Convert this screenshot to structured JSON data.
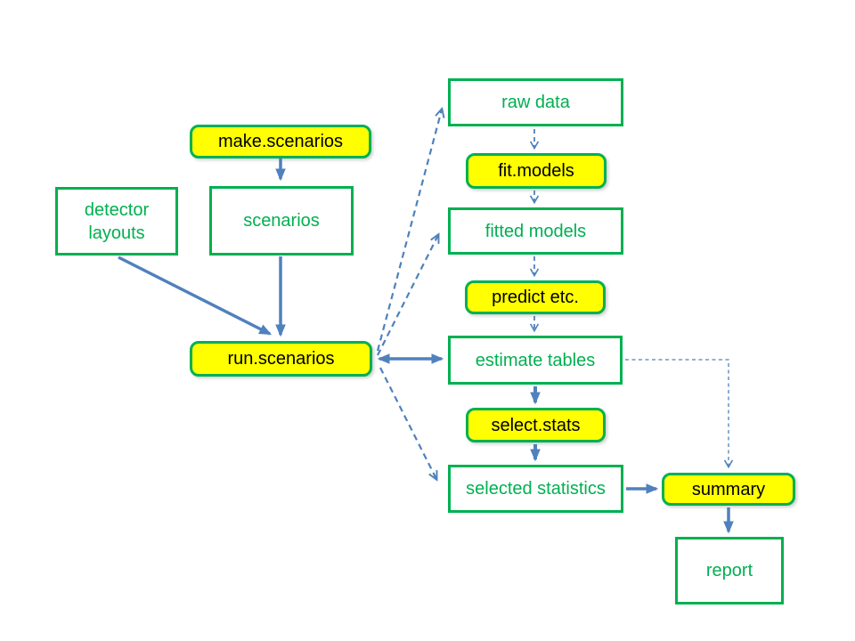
{
  "diagram": {
    "colors": {
      "box_border_green": "#00B050",
      "data_text_green": "#00B050",
      "function_fill_yellow": "#FFFF00",
      "function_text_black": "#000000",
      "arrow_blue": "#4F81BD",
      "background": "#FFFFFF"
    },
    "nodes": {
      "make_scenarios": {
        "label": "make.scenarios",
        "kind": "function"
      },
      "detector_layouts": {
        "label": "detector layouts",
        "kind": "data"
      },
      "scenarios": {
        "label": "scenarios",
        "kind": "data"
      },
      "run_scenarios": {
        "label": "run.scenarios",
        "kind": "function"
      },
      "raw_data": {
        "label": "raw data",
        "kind": "data"
      },
      "fit_models": {
        "label": "fit.models",
        "kind": "function"
      },
      "fitted_models": {
        "label": "fitted models",
        "kind": "data"
      },
      "predict_etc": {
        "label": "predict etc.",
        "kind": "function"
      },
      "estimate_tables": {
        "label": "estimate tables",
        "kind": "data"
      },
      "select_stats": {
        "label": "select.stats",
        "kind": "function"
      },
      "selected_statistics": {
        "label": "selected statistics",
        "kind": "data"
      },
      "summary": {
        "label": "summary",
        "kind": "function"
      },
      "report": {
        "label": "report",
        "kind": "data"
      }
    },
    "edges": [
      {
        "from": "make_scenarios",
        "to": "scenarios",
        "style": "solid",
        "heads": "single"
      },
      {
        "from": "scenarios",
        "to": "run_scenarios",
        "style": "solid",
        "heads": "single"
      },
      {
        "from": "detector_layouts",
        "to": "run_scenarios",
        "style": "solid",
        "heads": "single"
      },
      {
        "from": "run_scenarios",
        "to": "estimate_tables",
        "style": "solid",
        "heads": "double"
      },
      {
        "from": "run_scenarios",
        "to": "raw_data",
        "style": "dashed",
        "heads": "single"
      },
      {
        "from": "run_scenarios",
        "to": "fitted_models",
        "style": "dashed",
        "heads": "single"
      },
      {
        "from": "run_scenarios",
        "to": "selected_statistics",
        "style": "dashed",
        "heads": "single"
      },
      {
        "from": "raw_data",
        "to": "fit_models",
        "style": "dashed",
        "heads": "single"
      },
      {
        "from": "fit_models",
        "to": "fitted_models",
        "style": "dashed",
        "heads": "single"
      },
      {
        "from": "fitted_models",
        "to": "predict_etc",
        "style": "dashed",
        "heads": "single"
      },
      {
        "from": "predict_etc",
        "to": "estimate_tables",
        "style": "dashed",
        "heads": "single"
      },
      {
        "from": "estimate_tables",
        "to": "select_stats",
        "style": "solid",
        "heads": "single"
      },
      {
        "from": "select_stats",
        "to": "selected_statistics",
        "style": "solid",
        "heads": "single"
      },
      {
        "from": "selected_statistics",
        "to": "summary",
        "style": "solid",
        "heads": "single"
      },
      {
        "from": "estimate_tables",
        "to": "summary",
        "style": "dashed-elbow",
        "heads": "single"
      },
      {
        "from": "summary",
        "to": "report",
        "style": "solid",
        "heads": "single"
      }
    ]
  }
}
